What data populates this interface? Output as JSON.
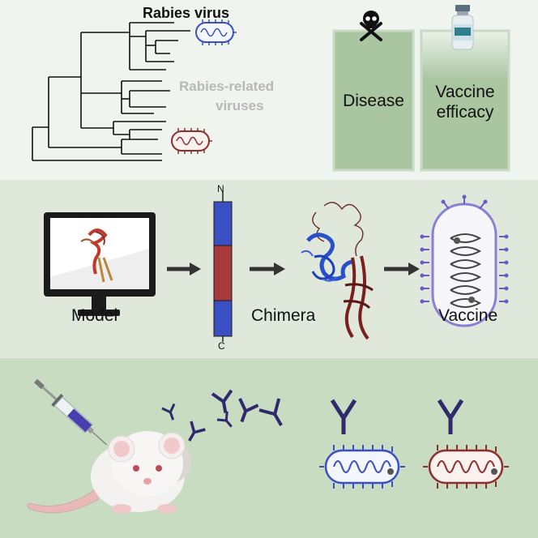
{
  "top": {
    "tree_label_rabies": "Rabies virus",
    "tree_label_related_line1": "Rabies-related",
    "tree_label_related_line2": "viruses",
    "card_disease": "Disease",
    "card_vaccine_line1": "Vaccine",
    "card_vaccine_line2": "efficacy"
  },
  "middle": {
    "label_model": "Model",
    "label_chimera": "Chimera",
    "label_vaccine": "Vaccine",
    "bar_top_label": "N",
    "bar_bottom_label": "C"
  },
  "colors": {
    "panel_top": "#f0f4ee",
    "panel_middle": "#dfe8da",
    "panel_bottom": "#c8dcc2",
    "rabies_blue": "#3b4fc4",
    "related_red": "#8e2f2f",
    "card_green": "#a9c6a1",
    "antibody": "#2e2a6b",
    "related_label_gray": "#b8b8b8"
  },
  "icons": [
    "skull-icon",
    "vaccine-vial-icon",
    "computer-monitor-icon",
    "arrow-icon",
    "syringe-icon",
    "mouse-icon",
    "antibody-icon",
    "virus-particle-icon"
  ]
}
